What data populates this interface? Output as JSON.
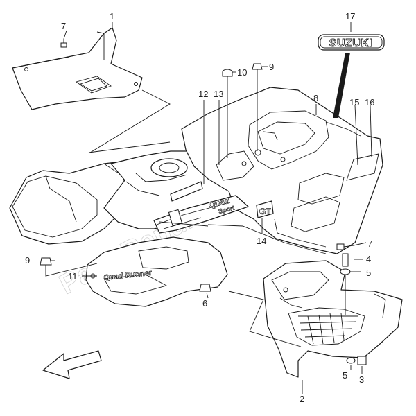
{
  "diagram": {
    "callouts": [
      "1",
      "2",
      "3",
      "4",
      "5",
      "5",
      "6",
      "7",
      "7",
      "8",
      "9",
      "9",
      "10",
      "11",
      "12",
      "13",
      "14",
      "15",
      "16",
      "17"
    ],
    "logo": "SUZUKI",
    "decal_left": "Quad Runner",
    "decal_center_top": "Quad",
    "decal_center_bottom": "Sport",
    "decal_gt": "GT",
    "watermark": "PartsRepublik"
  }
}
